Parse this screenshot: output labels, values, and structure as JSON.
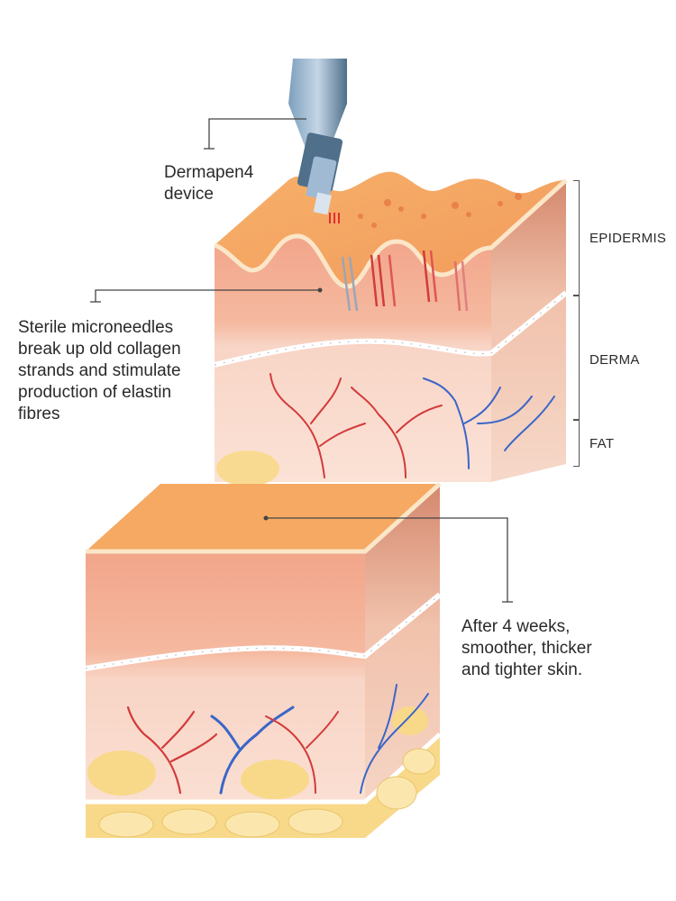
{
  "labels": {
    "device": [
      "Dermapen4",
      "device"
    ],
    "microneedles": [
      "Sterile microneedles",
      "break up old collagen",
      "strands and stimulate",
      "production of elastin",
      "fibres"
    ],
    "result": [
      "After 4 weeks,",
      "smoother, thicker",
      "and tighter skin."
    ]
  },
  "layers": {
    "epidermis": "EPIDERMIS",
    "derma": "DERMA",
    "fat": "FAT"
  },
  "colors": {
    "surface": "#f0a060",
    "epidermis": "#f2a58a",
    "derma": "#f9d3c3",
    "side": "#c98068",
    "fat": "#f8d98a",
    "artery": "#d23b3b",
    "vein": "#3a66c8",
    "device": "#5f87a8"
  }
}
